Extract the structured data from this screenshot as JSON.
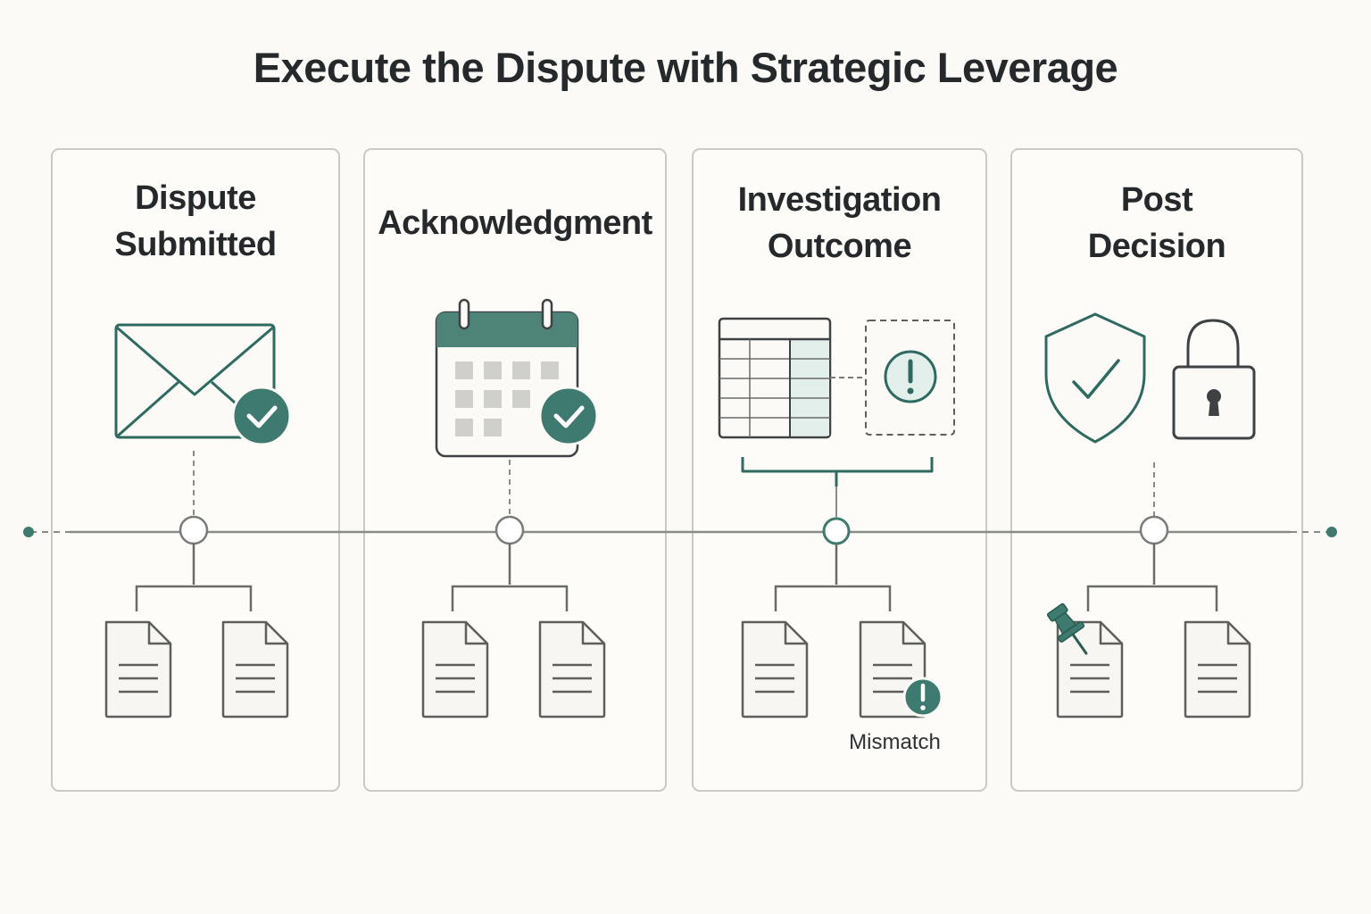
{
  "title": "Execute the Dispute with Strategic Leverage",
  "colors": {
    "accent": "#3e7a6f",
    "accent_light": "#e2efeb",
    "line": "#8a8a88",
    "border": "#c9c9c6",
    "background": "#fbfaf6"
  },
  "steps": [
    {
      "title": "Dispute\nSubmitted",
      "icons": [
        "envelope-icon",
        "check-circle-icon"
      ],
      "documents": [
        "document-icon",
        "document-icon"
      ]
    },
    {
      "title": "Acknowledgment",
      "icons": [
        "calendar-icon",
        "check-circle-icon"
      ],
      "documents": [
        "document-icon",
        "document-icon"
      ]
    },
    {
      "title": "Investigation\nOutcome",
      "icons": [
        "spreadsheet-icon",
        "alert-icon"
      ],
      "documents": [
        "document-icon",
        "document-alert-icon"
      ],
      "note": "Mismatch"
    },
    {
      "title": "Post\nDecision",
      "icons": [
        "shield-check-icon",
        "padlock-icon"
      ],
      "documents": [
        "pinned-document-icon",
        "document-icon"
      ]
    }
  ]
}
